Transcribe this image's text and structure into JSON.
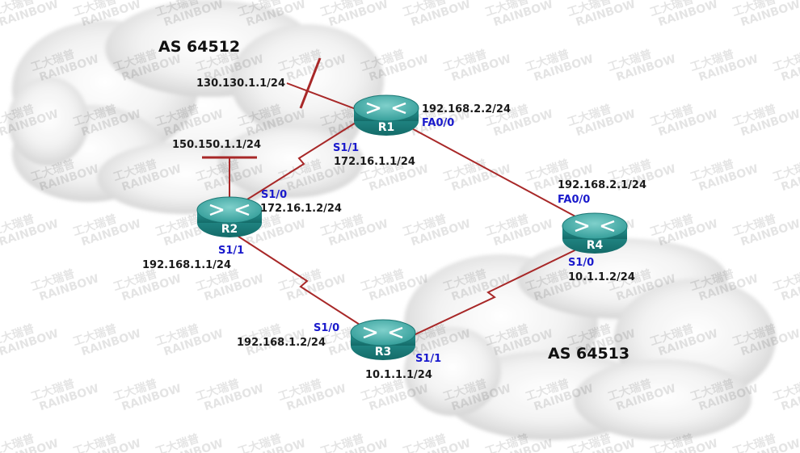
{
  "autonomous_systems": {
    "as1": "AS 64512",
    "as2": "AS 64513"
  },
  "routers": {
    "r1": "R1",
    "r2": "R2",
    "r3": "R3",
    "r4": "R4"
  },
  "interfaces": {
    "r1_s1_1": "S1/1",
    "r1_fa0_0": "FA0/0",
    "r2_s1_0": "S1/0",
    "r2_s1_1": "S1/1",
    "r3_s1_0": "S1/0",
    "r3_s1_1": "S1/1",
    "r4_fa0_0": "FA0/0",
    "r4_s1_0": "S1/0"
  },
  "addresses": {
    "r1_loopback": "130.130.1.1/24",
    "r1_fa0_0": "192.168.2.2/24",
    "r1_s1_1": "172.16.1.1/24",
    "r2_loopback": "150.150.1.1/24",
    "r2_s1_0": "172.16.1.2/24",
    "r2_s1_1": "192.168.1.1/24",
    "r3_s1_0": "192.168.1.2/24",
    "r3_s1_1": "10.1.1.1/24",
    "r4_fa0_0": "192.168.2.1/24",
    "r4_s1_0": "10.1.1.2/24"
  },
  "watermark": {
    "brand": "RAINBOW",
    "chinese": "工大瑞普"
  },
  "colors": {
    "link": "#a82828",
    "router_body": "#1e8a88",
    "router_top": "#4fb6b2",
    "interface_text": "#1a1acc"
  }
}
